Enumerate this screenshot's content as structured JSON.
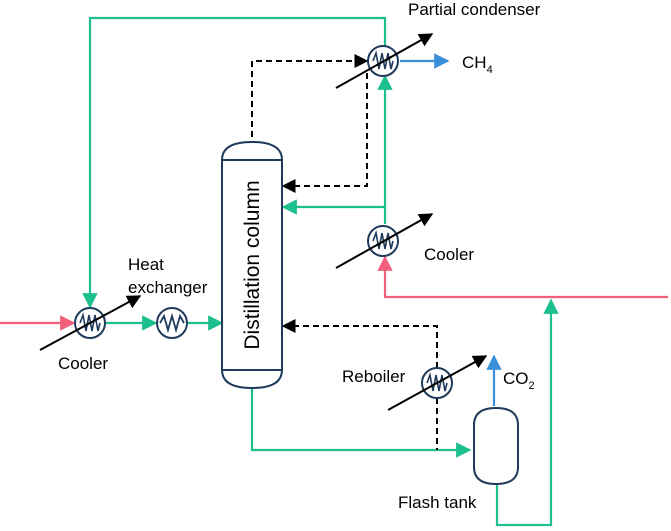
{
  "labels": {
    "partial_condenser": "Partial condenser",
    "ch4": "CH",
    "ch4_sub": "4",
    "cooler_right": "Cooler",
    "heat_exchanger_line1": "Heat",
    "heat_exchanger_line2": "exchanger",
    "cooler_left": "Cooler",
    "distillation_column": "Distillation column",
    "reboiler": "Reboiler",
    "co2": "CO",
    "co2_sub": "2",
    "flash_tank": "Flash tank"
  },
  "colors": {
    "process_stream": "#1dbf8e",
    "hot_feed": "#f0607a",
    "product_gas": "#3a8fd9",
    "control_signal": "#000000",
    "equipment_outline": "#1f3a5a"
  },
  "icons": {
    "exchanger": "heat-exchanger-coil-icon",
    "column": "distillation-column-icon",
    "tank": "flash-tank-icon"
  }
}
